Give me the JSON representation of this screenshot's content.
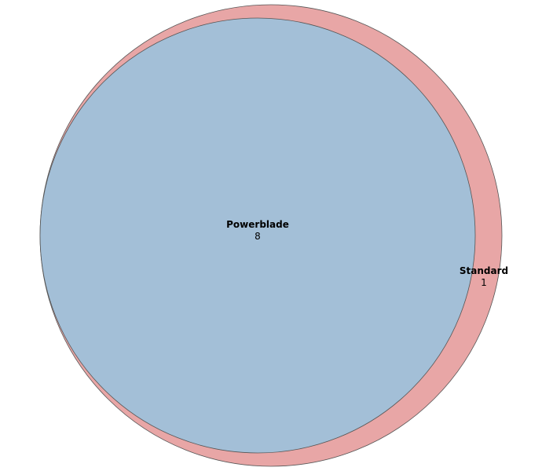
{
  "chart_data": {
    "type": "venn",
    "title": "",
    "sets": [
      {
        "name": "Standard",
        "count": 1,
        "color": "#e8a6a6"
      },
      {
        "name": "Powerblade",
        "count": 8,
        "color": "#a3bfd7"
      }
    ],
    "relationship": "Powerblade is contained within Standard"
  }
}
